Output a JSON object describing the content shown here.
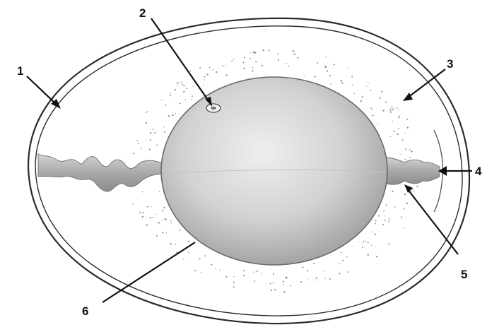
{
  "diagram": {
    "labels": [
      {
        "id": "1",
        "text": "1"
      },
      {
        "id": "2",
        "text": "2"
      },
      {
        "id": "3",
        "text": "3"
      },
      {
        "id": "4",
        "text": "4"
      },
      {
        "id": "5",
        "text": "5"
      },
      {
        "id": "6",
        "text": "6"
      }
    ]
  },
  "colors": {
    "shell": "#2a2a2a",
    "yolk_light": "#e6e6e6",
    "yolk_dark": "#9a9a9a",
    "chalaza": "#b8b8b8",
    "dots": "#8a8a8a",
    "leader": "#111111"
  }
}
